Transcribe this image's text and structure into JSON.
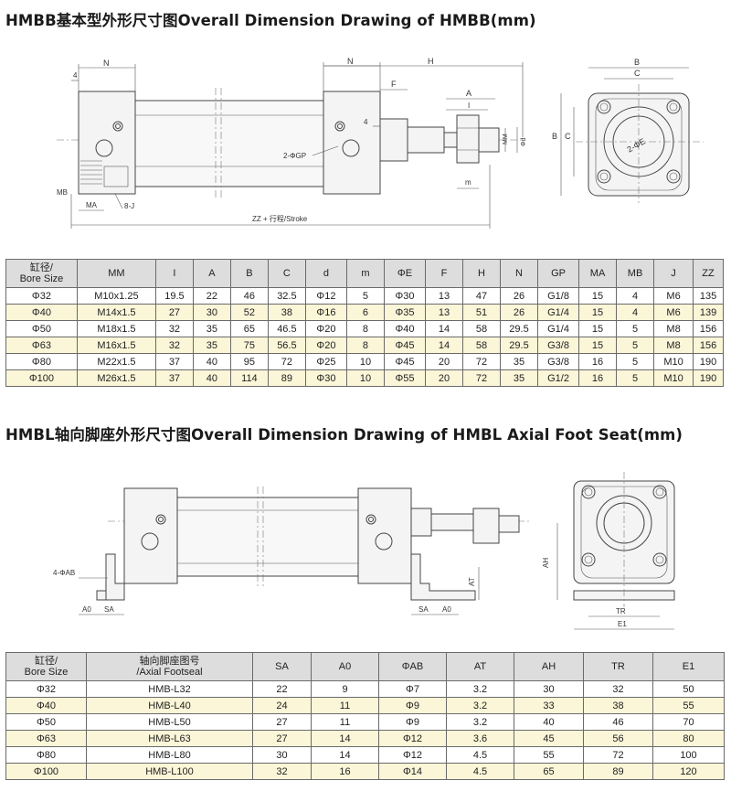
{
  "section1": {
    "title": "HMBB基本型外形尺寸图Overall Dimension Drawing of HMBB(mm)",
    "drawing_labels": {
      "n_left": "N",
      "n_right": "N",
      "h": "H",
      "f": "F",
      "a": "A",
      "i": "I",
      "four_left": "4",
      "four_right": "4",
      "two_gp": "2-ΦGP",
      "mm": "MM",
      "phid": "Φd",
      "m": "m",
      "mb": "MB",
      "ma": "MA",
      "eight_j": "8-J",
      "zz": "ZZ + 行程/Stroke",
      "b": "B",
      "c": "C",
      "b_side": "B",
      "c_side": "C",
      "two_e": "2-ΦE"
    },
    "table": {
      "headers": [
        "缸径/\nBore Size",
        "MM",
        "I",
        "A",
        "B",
        "C",
        "d",
        "m",
        "ΦE",
        "F",
        "H",
        "N",
        "GP",
        "MA",
        "MB",
        "J",
        "ZZ"
      ],
      "rows": [
        [
          "Φ32",
          "M10x1.25",
          "19.5",
          "22",
          "46",
          "32.5",
          "Φ12",
          "5",
          "Φ30",
          "13",
          "47",
          "26",
          "G1/8",
          "15",
          "4",
          "M6",
          "135"
        ],
        [
          "Φ40",
          "M14x1.5",
          "27",
          "30",
          "52",
          "38",
          "Φ16",
          "6",
          "Φ35",
          "13",
          "51",
          "26",
          "G1/4",
          "15",
          "4",
          "M6",
          "139"
        ],
        [
          "Φ50",
          "M18x1.5",
          "32",
          "35",
          "65",
          "46.5",
          "Φ20",
          "8",
          "Φ40",
          "14",
          "58",
          "29.5",
          "G1/4",
          "15",
          "5",
          "M8",
          "156"
        ],
        [
          "Φ63",
          "M16x1.5",
          "32",
          "35",
          "75",
          "56.5",
          "Φ20",
          "8",
          "Φ45",
          "14",
          "58",
          "29.5",
          "G3/8",
          "15",
          "5",
          "M8",
          "156"
        ],
        [
          "Φ80",
          "M22x1.5",
          "37",
          "40",
          "95",
          "72",
          "Φ25",
          "10",
          "Φ45",
          "20",
          "72",
          "35",
          "G3/8",
          "16",
          "5",
          "M10",
          "190"
        ],
        [
          "Φ100",
          "M26x1.5",
          "37",
          "40",
          "114",
          "89",
          "Φ30",
          "10",
          "Φ55",
          "20",
          "72",
          "35",
          "G1/2",
          "16",
          "5",
          "M10",
          "190"
        ]
      ]
    }
  },
  "section2": {
    "title": "HMBL轴向脚座外形尺寸图Overall Dimension Drawing of HMBL Axial Foot Seat(mm)",
    "drawing_labels": {
      "four_ab": "4-ΦAB",
      "a0_left": "A0",
      "sa_left": "SA",
      "sa_right": "SA",
      "a0_right": "A0",
      "at": "AT",
      "ah": "AH",
      "tr": "TR",
      "e1": "E1"
    },
    "table": {
      "headers": [
        "缸径/\nBore Size",
        "轴向脚座图号\n/Axial Footseal",
        "SA",
        "A0",
        "ΦAB",
        "AT",
        "AH",
        "TR",
        "E1"
      ],
      "rows": [
        [
          "Φ32",
          "HMB-L32",
          "22",
          "9",
          "Φ7",
          "3.2",
          "30",
          "32",
          "50"
        ],
        [
          "Φ40",
          "HMB-L40",
          "24",
          "11",
          "Φ9",
          "3.2",
          "33",
          "38",
          "55"
        ],
        [
          "Φ50",
          "HMB-L50",
          "27",
          "11",
          "Φ9",
          "3.2",
          "40",
          "46",
          "70"
        ],
        [
          "Φ63",
          "HMB-L63",
          "27",
          "14",
          "Φ12",
          "3.6",
          "45",
          "56",
          "80"
        ],
        [
          "Φ80",
          "HMB-L80",
          "30",
          "14",
          "Φ12",
          "4.5",
          "55",
          "72",
          "100"
        ],
        [
          "Φ100",
          "HMB-L100",
          "32",
          "16",
          "Φ14",
          "4.5",
          "65",
          "89",
          "120"
        ]
      ]
    }
  }
}
